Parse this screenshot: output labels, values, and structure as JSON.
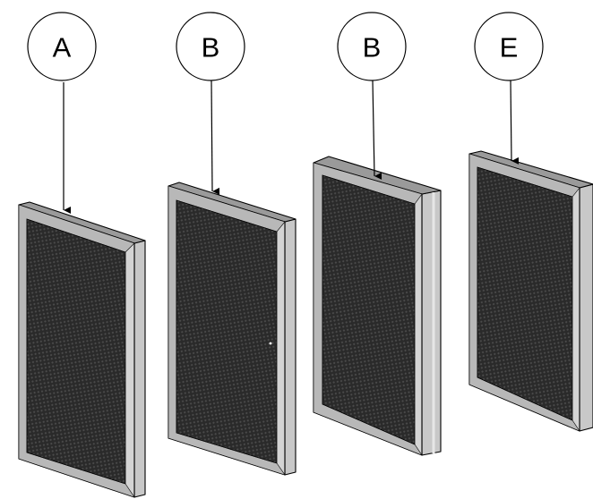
{
  "filters": [
    {
      "label": "A"
    },
    {
      "label": "B"
    },
    {
      "label": "B"
    },
    {
      "label": "E"
    }
  ],
  "colors": {
    "mesh_dark": "#2a2a2a",
    "mesh_light": "#4a4a4a",
    "frame_front": "#d4d4d4",
    "frame_top": "#9a9a9a",
    "frame_side": "#c8c8c8",
    "frame_inner": "#8c8c8c",
    "outline": "#000000"
  },
  "icons": [
    "circle-callout",
    "arrow-down"
  ]
}
